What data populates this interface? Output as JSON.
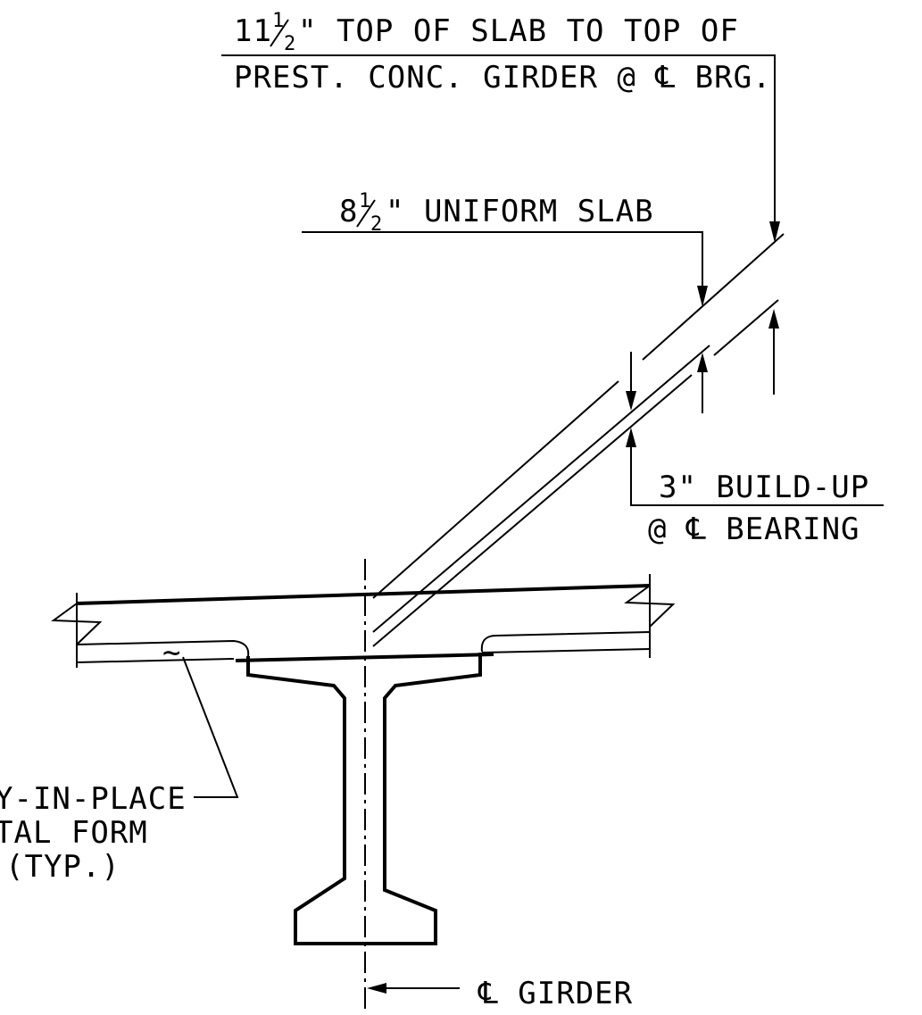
{
  "notes": {
    "top_slab": {
      "whole": "11",
      "frac_num": "1",
      "frac_den": "2",
      "line1_rest": "\" TOP OF SLAB TO TOP OF",
      "line2": "PREST. CONC. GIRDER @ ℄ BRG."
    },
    "uniform_slab": {
      "whole": "8",
      "frac_num": "1",
      "frac_den": "2",
      "rest": "\" UNIFORM SLAB"
    },
    "build_up": {
      "line1": "3\" BUILD-UP",
      "line2": "@ ℄ BEARING"
    },
    "form": {
      "line1": "Y-IN-PLACE",
      "line2": "TAL FORM",
      "line3": "(TYP.)"
    },
    "girder_cl": "℄ GIRDER",
    "form_symbol": "~"
  }
}
